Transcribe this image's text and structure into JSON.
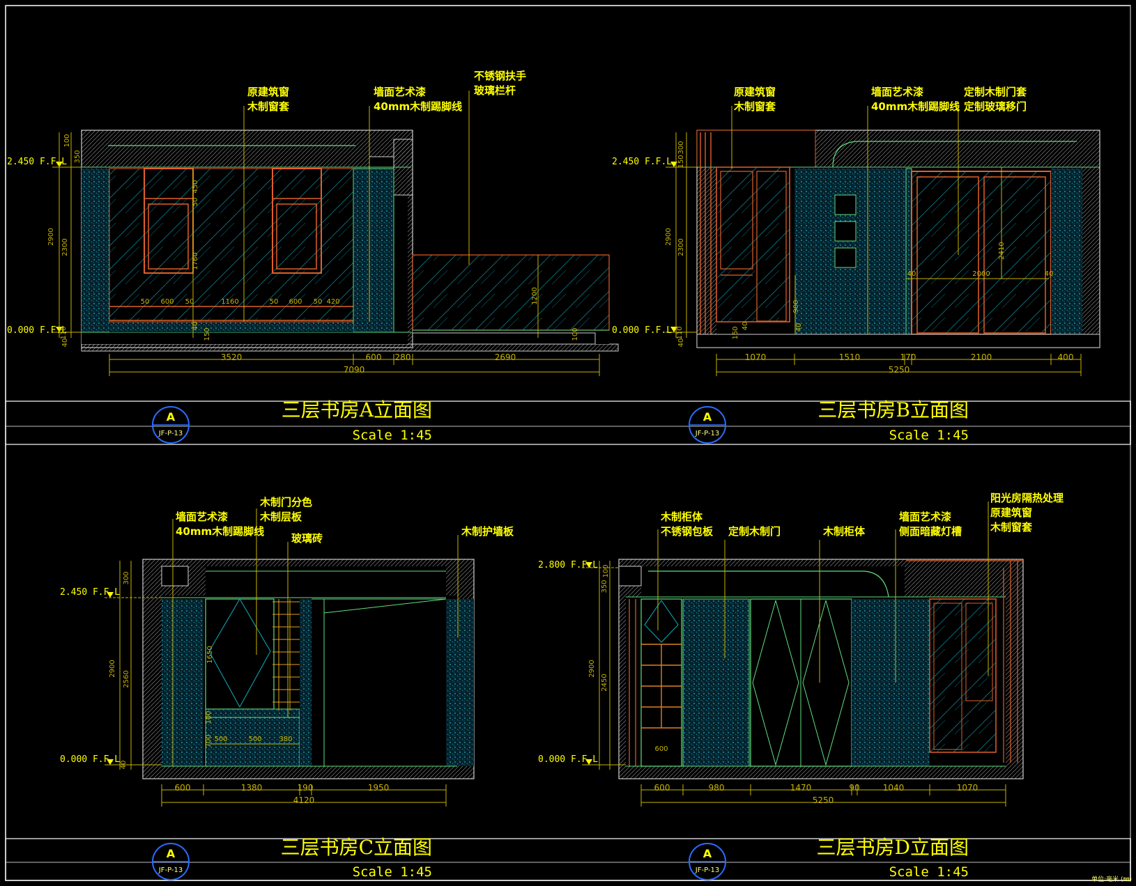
{
  "drawing": {
    "unit_note": "单位:毫米 (㎜)",
    "colors": {
      "background": "#000000",
      "frame": "#ffffff",
      "text": "#ffff00",
      "dim": "#c8b400",
      "wall": "#9a9a9a",
      "trim": "#e0602a",
      "panel": "#0fb0c0",
      "pattern": "#0a3a48",
      "green": "#60e080",
      "badge": "#2a6cff"
    }
  },
  "panels": [
    {
      "id": "A",
      "title": "三层书房A立面图",
      "scale": "Scale 1:45",
      "badge_letter": "A",
      "badge_code": "JF-P-13",
      "levels": [
        "2.450 F.F.L",
        "0.000 F.F.L"
      ],
      "callouts": [
        {
          "lines": [
            "原建筑窗",
            "木制窗套"
          ]
        },
        {
          "lines": [
            "墙面艺术漆",
            "40mm木制踢脚线"
          ]
        },
        {
          "lines": [
            "不锈钢扶手",
            "玻璃栏杆"
          ]
        }
      ],
      "vertical_dims": [
        "100",
        "350",
        "2900",
        "2300",
        "110",
        "40",
        "450",
        "50",
        "1760",
        "40",
        "150",
        "1200",
        "100"
      ],
      "inner_dims": [
        "50",
        "600",
        "50",
        "1160",
        "50",
        "600",
        "50",
        "420"
      ],
      "bottom_dims": [
        "3520",
        "600",
        "280",
        "2690"
      ],
      "total_dim": "7090"
    },
    {
      "id": "B",
      "title": "三层书房B立面图",
      "scale": "Scale 1:45",
      "badge_letter": "A",
      "badge_code": "JF-P-13",
      "levels": [
        "2.450 F.F.L",
        "0.000 F.F.L"
      ],
      "callouts": [
        {
          "lines": [
            "原建筑窗",
            "木制窗套"
          ]
        },
        {
          "lines": [
            "墙面艺术漆",
            "40mm木制踢脚线"
          ]
        },
        {
          "lines": [
            "定制木制门套",
            "定制玻璃移门"
          ]
        }
      ],
      "vertical_dims": [
        "300",
        "150",
        "2900",
        "2300",
        "110",
        "40",
        "150",
        "40",
        "900",
        "40",
        "2410"
      ],
      "inner_dims": [
        "40",
        "2000",
        "40"
      ],
      "bottom_dims": [
        "1070",
        "1510",
        "170",
        "2100",
        "400"
      ],
      "total_dim": "5250"
    },
    {
      "id": "C",
      "title": "三层书房C立面图",
      "scale": "Scale 1:45",
      "badge_letter": "A",
      "badge_code": "JF-P-13",
      "levels": [
        "2.450 F.F.L",
        "0.000 F.F.L"
      ],
      "callouts": [
        {
          "lines": [
            "墙面艺术漆",
            "40mm木制踢脚线"
          ]
        },
        {
          "lines": [
            "木制门分色",
            "木制层板"
          ]
        },
        {
          "lines": [
            "玻璃砖"
          ]
        },
        {
          "lines": [
            "木制护墙板"
          ]
        }
      ],
      "vertical_dims": [
        "300",
        "2900",
        "2560",
        "40",
        "1650",
        "100",
        "700"
      ],
      "inner_dims": [
        "500",
        "500",
        "380"
      ],
      "bottom_dims": [
        "600",
        "1380",
        "190",
        "1950"
      ],
      "total_dim": "4120"
    },
    {
      "id": "D",
      "title": "三层书房D立面图",
      "scale": "Scale 1:45",
      "badge_letter": "A",
      "badge_code": "JF-P-13",
      "levels": [
        "2.800 F.F.L",
        "0.000 F.F.L"
      ],
      "callouts": [
        {
          "lines": [
            "木制柜体",
            "不锈钢包板"
          ]
        },
        {
          "lines": [
            "定制木制门"
          ]
        },
        {
          "lines": [
            "木制柜体"
          ]
        },
        {
          "lines": [
            "墙面艺术漆",
            "侧面暗藏灯槽"
          ]
        },
        {
          "lines": [
            "阳光房隔热处理",
            "原建筑窗",
            "木制窗套"
          ]
        }
      ],
      "vertical_dims": [
        "100",
        "350",
        "2900",
        "2450"
      ],
      "inner_dims": [
        "600"
      ],
      "bottom_dims": [
        "600",
        "980",
        "1470",
        "90",
        "1040",
        "1070"
      ],
      "total_dim": "5250"
    }
  ]
}
